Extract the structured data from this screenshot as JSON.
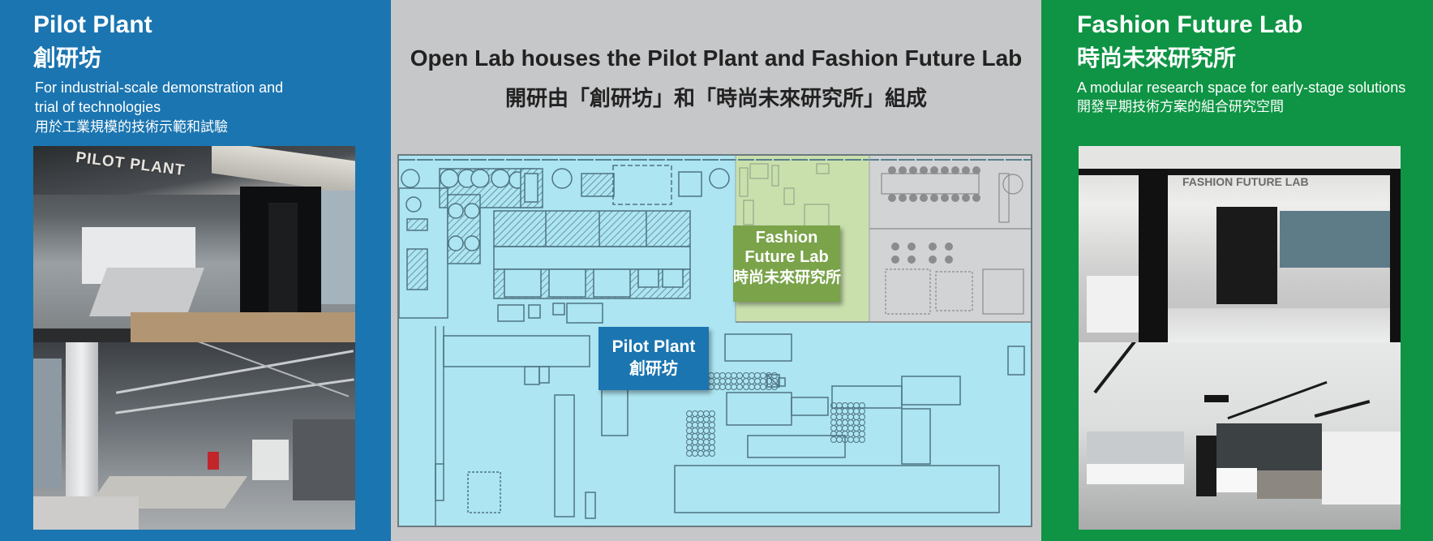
{
  "colors": {
    "pilot_blue": "#1b75b0",
    "fashion_green": "#0e9444",
    "map_blue": "#ade5f2",
    "map_green": "#c9e0ad",
    "map_grey": "#d2d3d5",
    "label_green": "#7aa34a",
    "bg_grey": "#c6c7c9"
  },
  "left": {
    "title": "Pilot Plant",
    "title_zh": "創研坊",
    "desc_line1": "For industrial-scale demonstration and",
    "desc_line2": "trial of technologies",
    "desc_zh": "用於工業規模的技術示範和試驗",
    "photo1_sign": "PILOT PLANT"
  },
  "center": {
    "title": "Open Lab houses the Pilot Plant and Fashion Future Lab",
    "title_zh": "開研由「創研坊」和「時尚未來研究所」組成",
    "map": {
      "pilot_label": "Pilot Plant",
      "pilot_label_zh": "創研坊",
      "fashion_label_line1": "Fashion",
      "fashion_label_line2": "Future Lab",
      "fashion_label_zh": "時尚未來研究所"
    }
  },
  "right": {
    "title": "Fashion Future Lab",
    "title_zh": "時尚未來研究所",
    "desc": "A modular research space for early-stage solutions",
    "desc_zh": "開發早期技術方案的組合研究空間",
    "photo1_sign": "FASHION FUTURE LAB"
  }
}
